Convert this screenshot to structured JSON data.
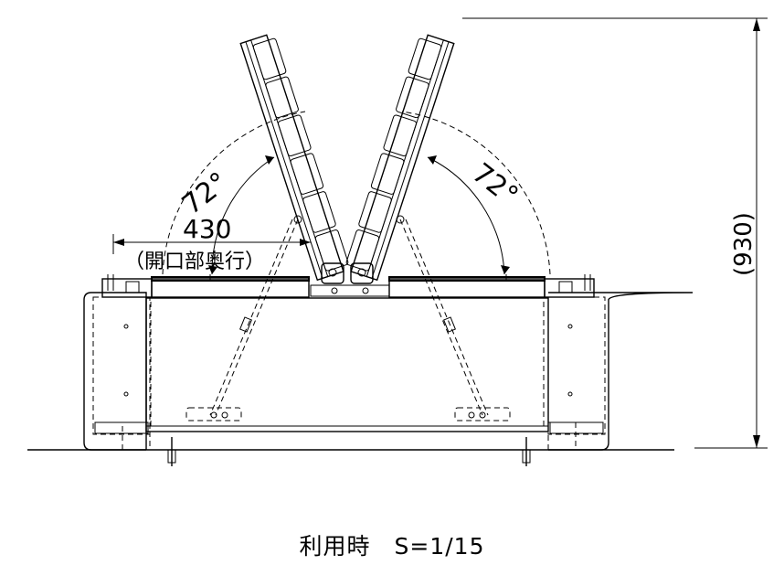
{
  "labels": {
    "angle_left": "72°",
    "angle_right": "72°",
    "width_value": "430",
    "width_note": "（開口部奥行）",
    "height_dim": "(930)"
  },
  "caption": "利用時　S=1/15"
}
